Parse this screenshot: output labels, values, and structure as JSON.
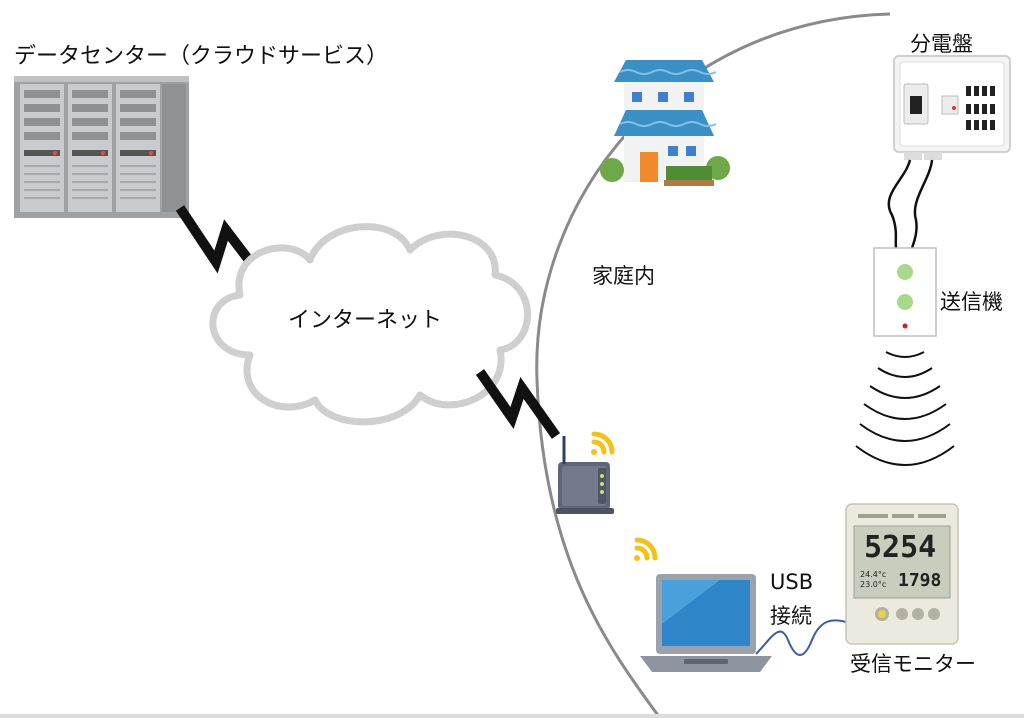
{
  "labels": {
    "datacenter": "データセンター（クラウドサービス）",
    "internet": "インターネット",
    "home": "家庭内",
    "panel": "分電盤",
    "transmitter": "送信機",
    "usb_line1": "USB",
    "usb_line2": "接続",
    "monitor": "受信モニター"
  },
  "monitor_display": {
    "main_value": "5254",
    "sub_value": "1798",
    "temp_line1": "24.4°c",
    "temp_line2": "23.0°c"
  },
  "colors": {
    "house_roof": "#3a8fc4",
    "wifi": "#f3c21a",
    "laptop": "#9aa3ad",
    "led_green": "#a8d98a",
    "router": "#6a7483",
    "door": "#f08a2a"
  }
}
